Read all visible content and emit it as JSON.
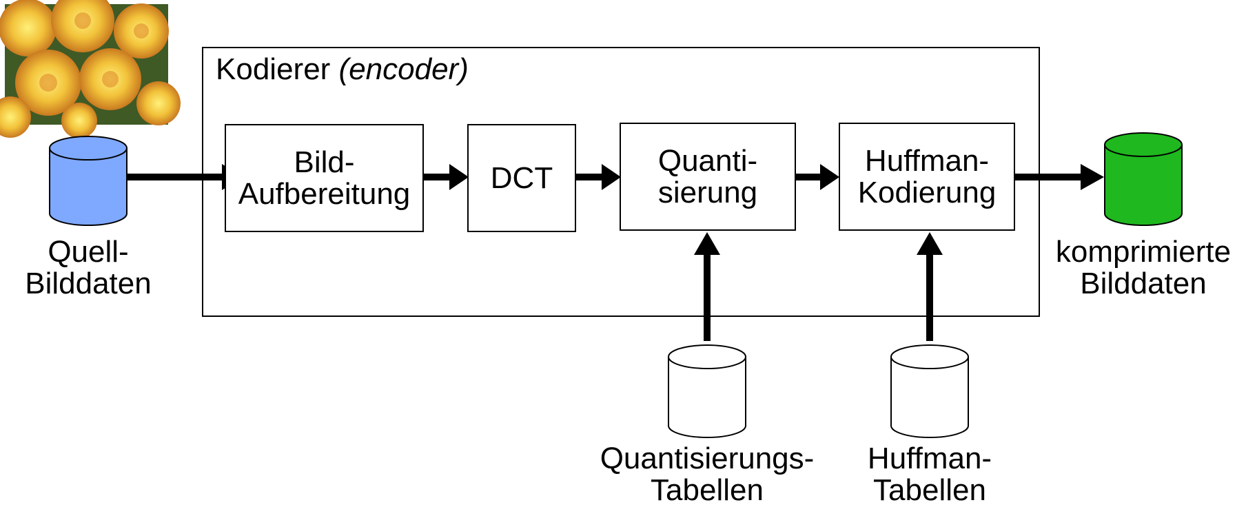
{
  "encoder": {
    "title": "Kodierer",
    "title_italic": "(encoder)"
  },
  "stages": {
    "preprocess": {
      "line1": "Bild-",
      "line2": "Aufbereitung"
    },
    "dct": {
      "line1": "DCT"
    },
    "quantization": {
      "line1": "Quanti-",
      "line2": "sierung"
    },
    "huffman": {
      "line1": "Huffman-",
      "line2": "Kodierung"
    }
  },
  "source": {
    "line1": "Quell-",
    "line2": "Bilddaten",
    "color": "#7fa8ff"
  },
  "output": {
    "line1": "komprimierte",
    "line2": "Bilddaten",
    "color": "#1fb81f"
  },
  "quant_tables": {
    "line1": "Quantisierungs-",
    "line2": "Tabellen"
  },
  "huffman_tables": {
    "line1": "Huffman-",
    "line2": "Tabellen"
  },
  "icons": {
    "photo": "roses-photo-icon",
    "db": "database-cylinder-icon"
  }
}
